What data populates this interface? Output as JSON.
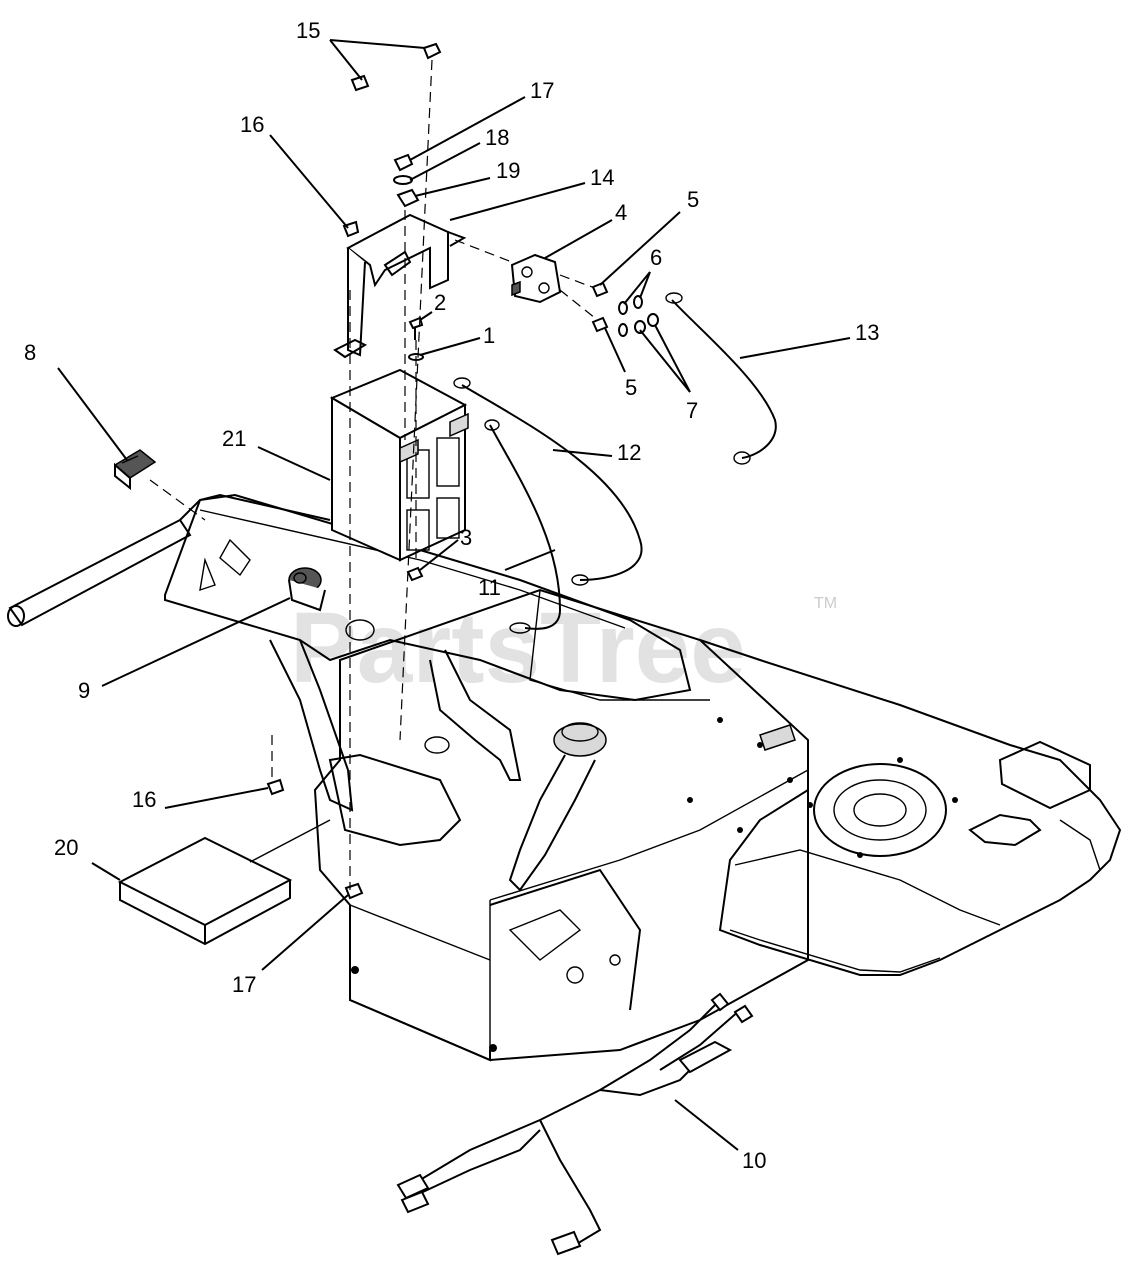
{
  "callouts": [
    {
      "id": "c15",
      "label": "15"
    },
    {
      "id": "c17a",
      "label": "17"
    },
    {
      "id": "c16a",
      "label": "16"
    },
    {
      "id": "c18",
      "label": "18"
    },
    {
      "id": "c19",
      "label": "19"
    },
    {
      "id": "c14",
      "label": "14"
    },
    {
      "id": "c4",
      "label": "4"
    },
    {
      "id": "c5a",
      "label": "5"
    },
    {
      "id": "c6",
      "label": "6"
    },
    {
      "id": "c2",
      "label": "2"
    },
    {
      "id": "c1",
      "label": "1"
    },
    {
      "id": "c13",
      "label": "13"
    },
    {
      "id": "c8",
      "label": "8"
    },
    {
      "id": "c5b",
      "label": "5"
    },
    {
      "id": "c7",
      "label": "7"
    },
    {
      "id": "c21",
      "label": "21"
    },
    {
      "id": "c12",
      "label": "12"
    },
    {
      "id": "c3",
      "label": "3"
    },
    {
      "id": "c11",
      "label": "11"
    },
    {
      "id": "c9",
      "label": "9"
    },
    {
      "id": "c16b",
      "label": "16"
    },
    {
      "id": "c20",
      "label": "20"
    },
    {
      "id": "c17b",
      "label": "17"
    },
    {
      "id": "c10",
      "label": "10"
    }
  ],
  "watermark": {
    "text": "PartsTree",
    "trademark": "TM"
  }
}
